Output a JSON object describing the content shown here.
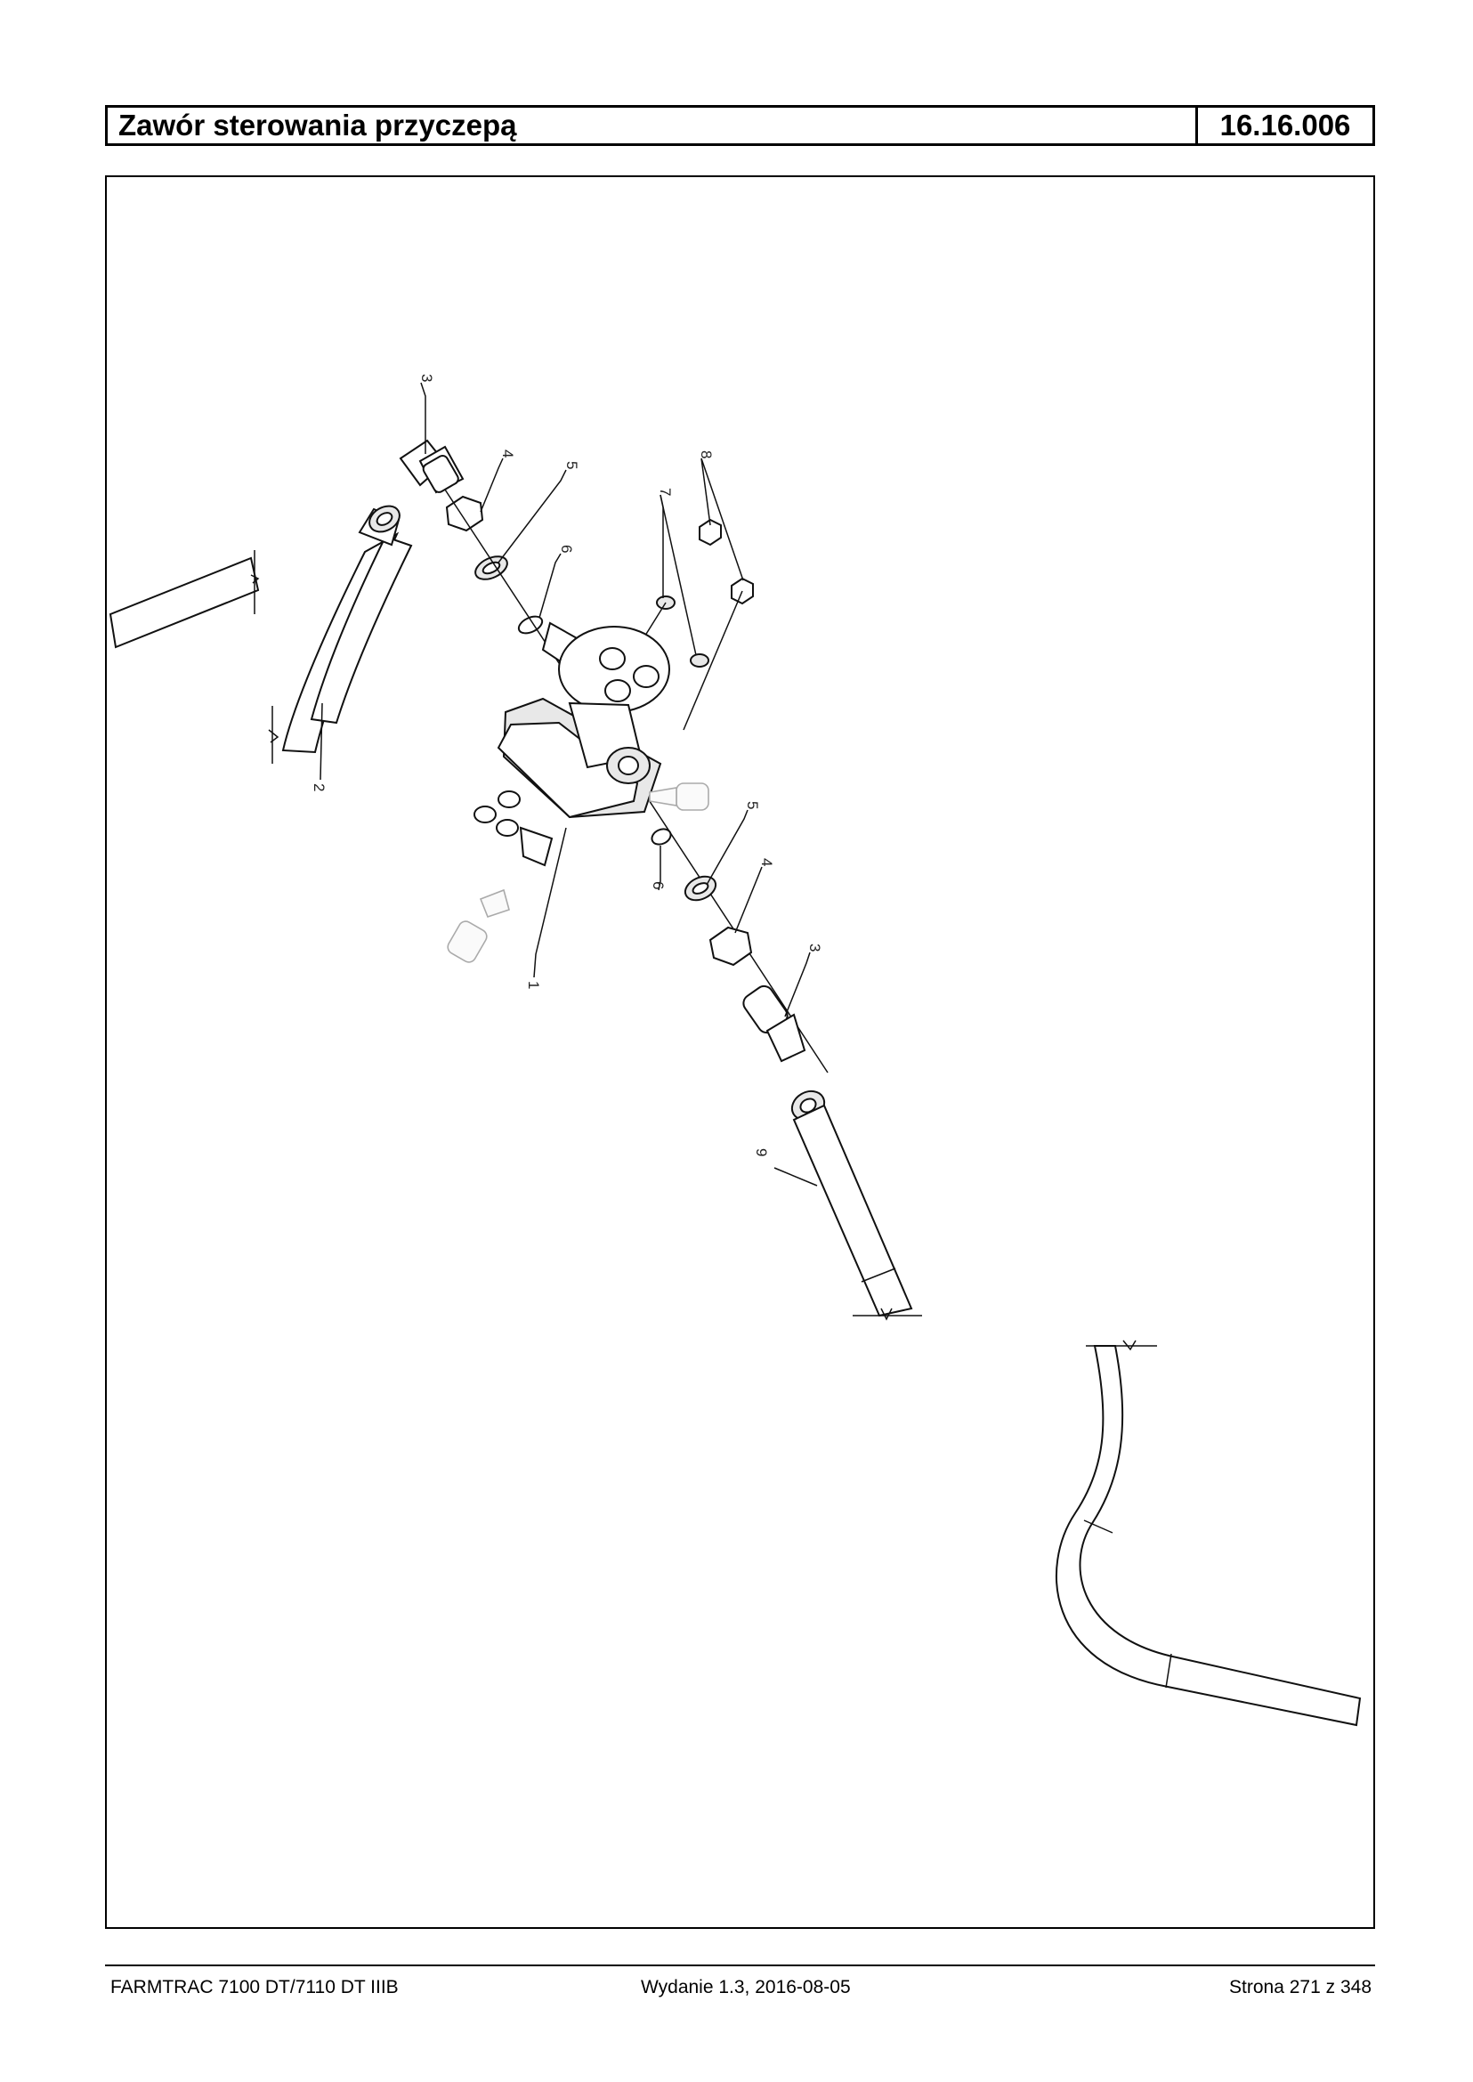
{
  "header": {
    "title": "Zawór sterowania przyczepą",
    "number": "16.16.006"
  },
  "diagram": {
    "callouts": [
      "3",
      "4",
      "5",
      "6",
      "7",
      "8",
      "2",
      "1",
      "6",
      "5",
      "4",
      "3",
      "9"
    ]
  },
  "footer": {
    "model": "FARMTRAC 7100 DT/7110 DT IIIB",
    "edition": "Wydanie 1.3,  2016-08-05",
    "page": "Strona 271 z 348"
  }
}
